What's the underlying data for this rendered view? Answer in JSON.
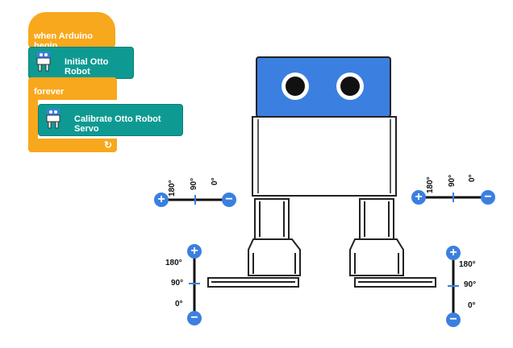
{
  "blocks": {
    "hat_label": "when Arduino begin",
    "initial_label": "Initial Otto Robot",
    "forever_label": "forever",
    "calibrate_label": "Calibrate Otto Robot Servo",
    "loop_icon": "loop-arrow-icon"
  },
  "calibration": {
    "deg_180": "180°",
    "deg_90": "90°",
    "deg_0": "0°",
    "plus": "+",
    "minus": "−"
  },
  "colors": {
    "event": "#f8a81c",
    "otto_block": "#0e9a92",
    "robot_head": "#3b7fe0",
    "control_button": "#3b7fe0"
  }
}
